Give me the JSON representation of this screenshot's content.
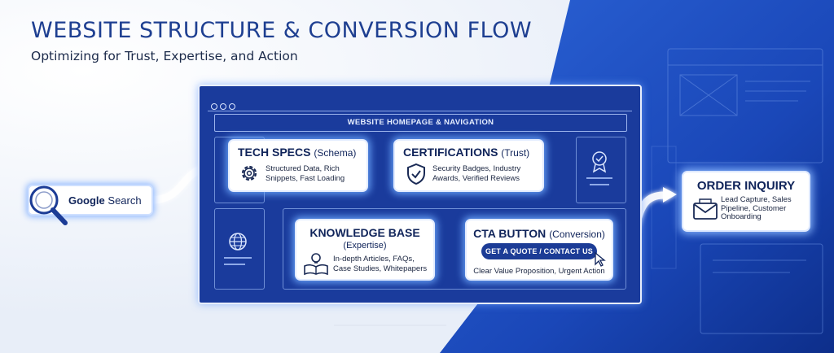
{
  "header": {
    "title": "WEBSITE STRUCTURE & CONVERSION FLOW",
    "subtitle": "Optimizing for Trust, Expertise, and Action"
  },
  "search": {
    "brand": "Google",
    "label": "Search"
  },
  "window": {
    "nav_label": "WEBSITE HOMEPAGE & NAVIGATION"
  },
  "cards": {
    "tech_specs": {
      "title": "TECH SPECS",
      "paren": "(Schema)",
      "desc_line1": "Structured Data, Rich",
      "desc_line2": "Snippets, Fast Loading"
    },
    "certifications": {
      "title": "CERTIFICATIONS",
      "paren": "(Trust)",
      "desc_line1": "Security Badges, Industry",
      "desc_line2": "Awards, Verified Reviews"
    },
    "knowledge_base": {
      "title": "KNOWLEDGE BASE",
      "paren": "(Expertise)",
      "desc_line1": "In-depth Articles, FAQs,",
      "desc_line2": "Case Studies, Whitepapers"
    },
    "cta": {
      "title": "CTA BUTTON",
      "paren": "(Conversion)",
      "button": "GET A QUOTE / CONTACT US",
      "desc": "Clear Value Proposition, Urgent Action"
    },
    "order": {
      "title": "ORDER INQUIRY",
      "desc_line1": "Lead Capture, Sales",
      "desc_line2": "Pipeline, Customer",
      "desc_line3": "Onboarding"
    }
  },
  "colors": {
    "primary": "#1e3f91",
    "window_bg": "#1a3b9c",
    "glow": "#8fc0ff",
    "backdrop": "#1d4fc4"
  }
}
